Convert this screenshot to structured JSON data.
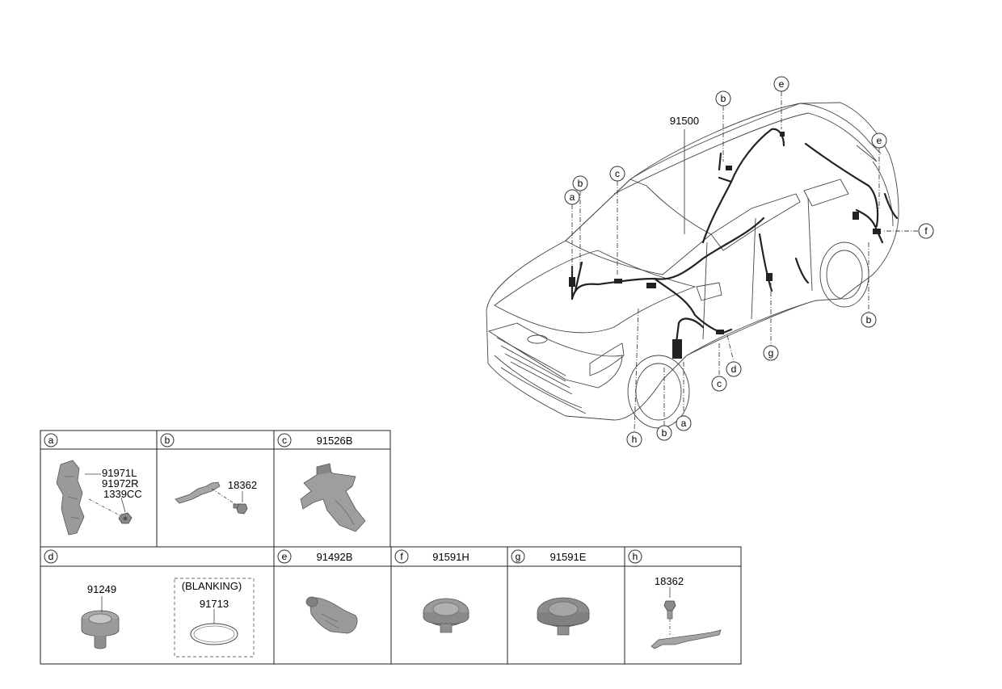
{
  "main_diagram": {
    "part_number": "91500",
    "callouts": [
      {
        "id": "callout-a-left",
        "letter": "a"
      },
      {
        "id": "callout-b-left",
        "letter": "b"
      },
      {
        "id": "callout-c-top",
        "letter": "c"
      },
      {
        "id": "callout-b-roof",
        "letter": "b"
      },
      {
        "id": "callout-e-roof",
        "letter": "e"
      },
      {
        "id": "callout-e-rear",
        "letter": "e"
      },
      {
        "id": "callout-f-rear",
        "letter": "f"
      },
      {
        "id": "callout-b-rear",
        "letter": "b"
      },
      {
        "id": "callout-g-door",
        "letter": "g"
      },
      {
        "id": "callout-d-sill",
        "letter": "d"
      },
      {
        "id": "callout-c-sill",
        "letter": "c"
      },
      {
        "id": "callout-a-bottom",
        "letter": "a"
      },
      {
        "id": "callout-b-bottom",
        "letter": "b"
      },
      {
        "id": "callout-h-bottom",
        "letter": "h"
      }
    ]
  },
  "table": {
    "row1": [
      {
        "letter": "a",
        "code": "",
        "labels": [
          "91971L",
          "91972R",
          "1339CC"
        ]
      },
      {
        "letter": "b",
        "code": "",
        "labels": [
          "18362"
        ]
      },
      {
        "letter": "c",
        "code": "91526B",
        "labels": []
      }
    ],
    "row2": [
      {
        "letter": "d",
        "code": "",
        "labels": [
          "91249",
          "(BLANKING)",
          "91713"
        ]
      },
      {
        "letter": "e",
        "code": "91492B",
        "labels": []
      },
      {
        "letter": "f",
        "code": "91591H",
        "labels": []
      },
      {
        "letter": "g",
        "code": "91591E",
        "labels": []
      },
      {
        "letter": "h",
        "code": "",
        "labels": [
          "18362"
        ]
      }
    ]
  }
}
